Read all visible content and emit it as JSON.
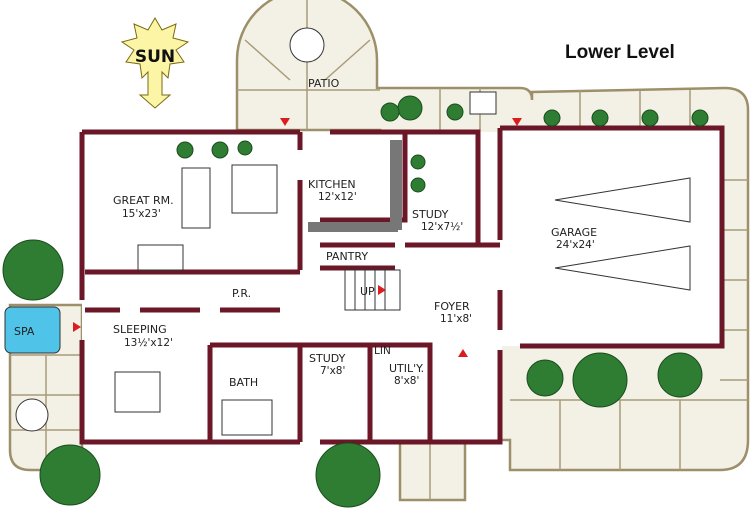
{
  "title": "Lower Level",
  "logo": {
    "text": "SUN",
    "icon": "sun-north-arrow-icon",
    "color": "#fdf5a6"
  },
  "colors": {
    "wall": "#6b1727",
    "paving": "#f3f1e6",
    "spa": "#4fc3e8",
    "plants": "#2e7d32",
    "entry_arrow": "#d81e1e"
  },
  "rooms": {
    "great_room": {
      "name": "GREAT RM.",
      "size": "15'x23'"
    },
    "kitchen": {
      "name": "KITCHEN",
      "size": "12'x12'"
    },
    "study_upper": {
      "name": "STUDY",
      "size": "12'x7½'"
    },
    "garage": {
      "name": "GARAGE",
      "size": "24'x24'"
    },
    "pantry": {
      "name": "PANTRY"
    },
    "stairs": {
      "name": "UP"
    },
    "powder_room": {
      "name": "P.R."
    },
    "foyer": {
      "name": "FOYER",
      "size": "11'x8'"
    },
    "sleeping": {
      "name": "SLEEPING",
      "size": "13½'x12'"
    },
    "bath": {
      "name": "BATH"
    },
    "study_lower": {
      "name": "STUDY",
      "size": "7'x8'"
    },
    "linen": {
      "name": "LIN"
    },
    "utility": {
      "name": "UTIL'Y.",
      "size": "8'x8'"
    },
    "patio": {
      "name": "PATIO"
    },
    "spa": {
      "name": "SPA"
    }
  }
}
